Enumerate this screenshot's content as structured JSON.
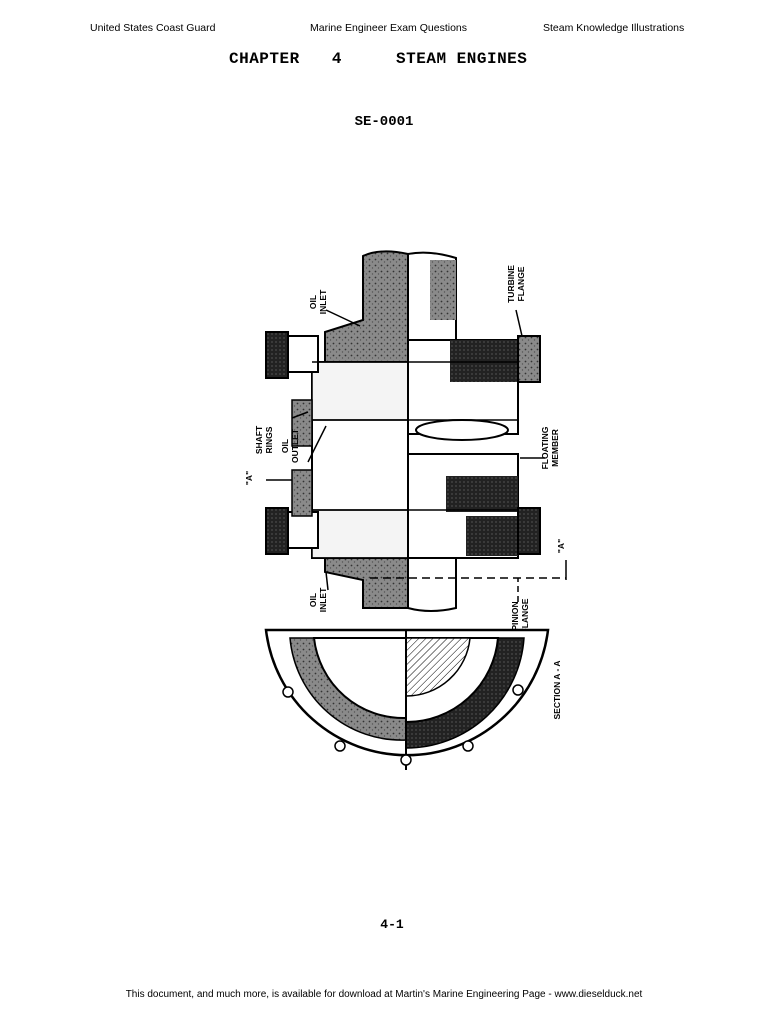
{
  "header": {
    "left": "United States Coast Guard",
    "center": "Marine Engineer Exam Questions",
    "right": "Steam Knowledge Illustrations"
  },
  "chapter": {
    "label": "CHAPTER",
    "number": "4",
    "title": "STEAM ENGINES"
  },
  "question_code": "SE-0001",
  "figure": {
    "labels": {
      "oil_inlet_top": [
        "OIL",
        "INLET"
      ],
      "turbine_flange": [
        "TURBINE",
        "FLANGE"
      ],
      "shaft_rings": [
        "SHAFT",
        "RINGS"
      ],
      "oil_outlet": [
        "OIL",
        "OUTLET"
      ],
      "section_marker_left": "\"A\"",
      "floating_member": [
        "FLOATING",
        "MEMBER"
      ],
      "section_marker_right": "\"A\"",
      "oil_inlet_bottom": [
        "OIL",
        "INLET"
      ],
      "pinion_flange": [
        "PINION",
        "FLANGE"
      ],
      "section": "SECTION A - A"
    }
  },
  "page_number": "4-1",
  "footer": "This document, and much more, is available for download at Martin's Marine Engineering Page - www.dieselduck.net"
}
